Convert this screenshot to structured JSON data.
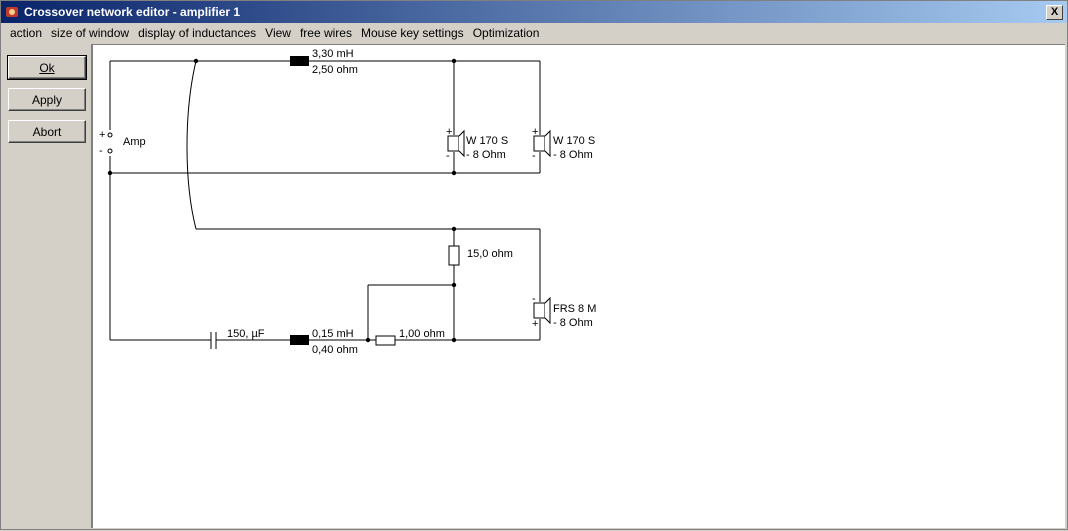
{
  "window": {
    "title": "Crossover network editor - amplifier 1",
    "close_glyph": "X"
  },
  "menu": [
    "action",
    "size of window",
    "display of inductances",
    "View",
    "free wires",
    "Mouse key settings",
    "Optimization"
  ],
  "buttons": {
    "ok": "Ok",
    "apply": "Apply",
    "abort": "Abort"
  },
  "schematic": {
    "amp_label": "Amp",
    "plus": "+",
    "minus": "-",
    "inductor1": {
      "inductance": "3,30 mH",
      "resistance": "2,50 ohm"
    },
    "woofer1": {
      "name": "W 170 S",
      "impedance": "- 8 Ohm"
    },
    "woofer2": {
      "name": "W 170 S",
      "impedance": "- 8 Ohm"
    },
    "resistor1": "15,0 ohm",
    "capacitor": "150, µF",
    "inductor2": {
      "inductance": "0,15 mH",
      "resistance": "0,40 ohm"
    },
    "resistor2": "1,00 ohm",
    "fullrange": {
      "name": "FRS 8 M",
      "impedance": "- 8 Ohm"
    }
  }
}
